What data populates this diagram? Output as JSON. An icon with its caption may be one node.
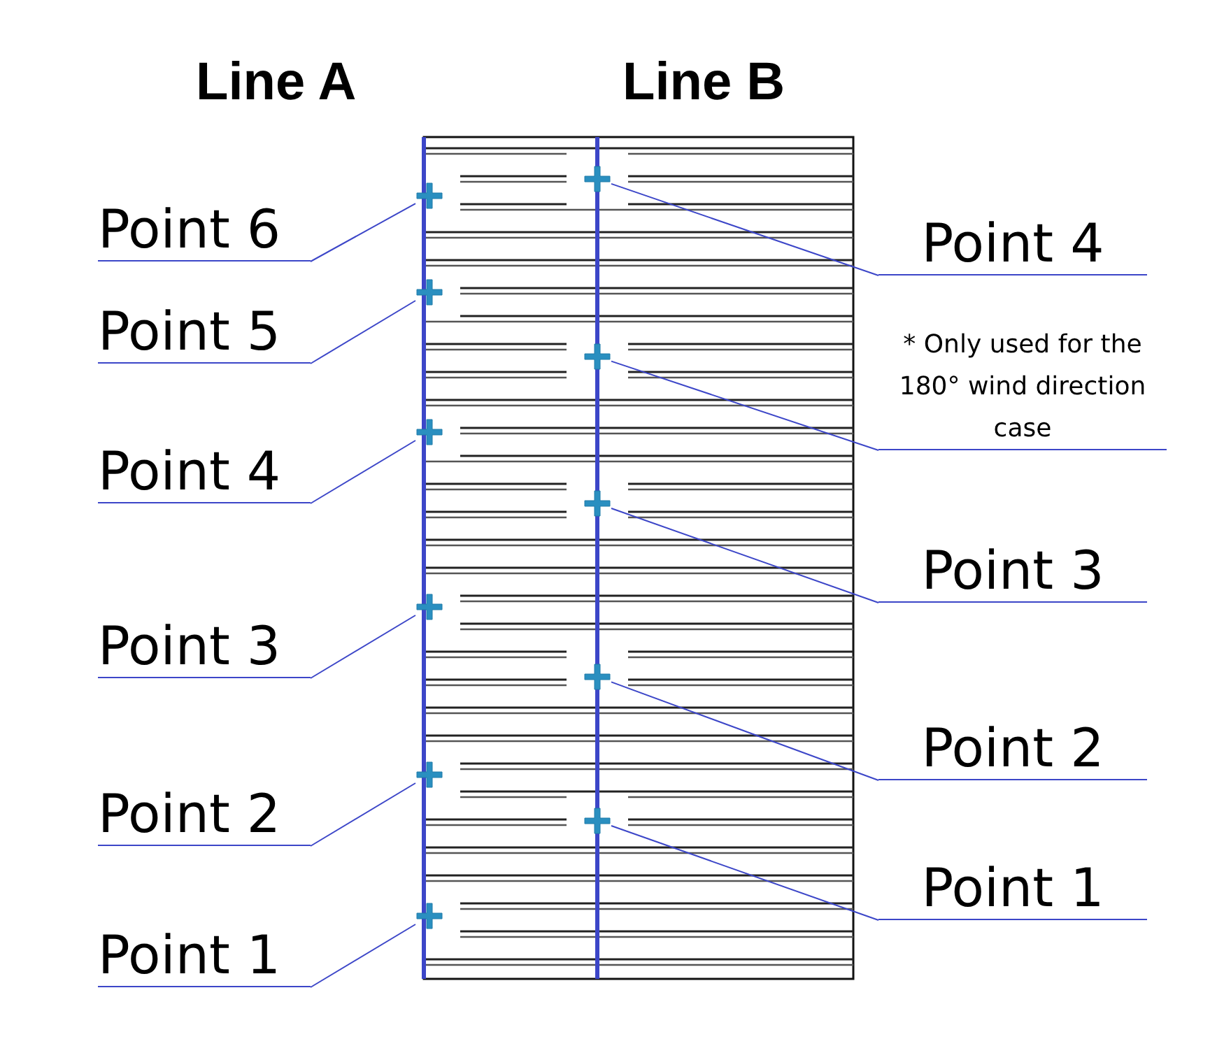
{
  "diagram": {
    "nodes": [
      {
        "text": [
          "Point 6"
        ]
      },
      {
        "text": [
          "Point 5"
        ]
      },
      {
        "text": [
          "Point 4"
        ]
      },
      {
        "text": [
          "Point 3"
        ]
      },
      {
        "text": [
          "Point 2"
        ]
      },
      {
        "text": [
          "Point 1"
        ]
      },
      {
        "text": [
          "Point 4"
        ]
      },
      {
        "text": [
          "* Only used for the 180° wind direction case"
        ]
      },
      {
        "text": [
          "Point 3"
        ]
      },
      {
        "text": [
          "Point 2"
        ]
      },
      {
        "text": [
          "Point 1"
        ]
      },
      {
        "text": [],
        "shape": "cross"
      },
      {
        "text": [],
        "shape": "cross"
      },
      {
        "text": [],
        "shape": "cross"
      },
      {
        "text": [],
        "shape": "cross"
      },
      {
        "text": [],
        "shape": "cross"
      },
      {
        "text": [],
        "shape": "cross"
      },
      {
        "text": [],
        "shape": "cross"
      },
      {
        "text": [],
        "shape": "cross"
      },
      {
        "text": [],
        "shape": "cross"
      },
      {
        "text": [],
        "shape": "cross"
      },
      {
        "text": [],
        "shape": "cross"
      }
    ],
    "edges": [
      {
        "from": 0,
        "to": 11,
        "arrow": "none"
      },
      {
        "from": 1,
        "to": 12,
        "arrow": "none"
      },
      {
        "from": 2,
        "to": 13,
        "arrow": "none"
      },
      {
        "from": 3,
        "to": 14,
        "arrow": "none"
      },
      {
        "from": 4,
        "to": 15,
        "arrow": "none"
      },
      {
        "from": 5,
        "to": 16,
        "arrow": "none"
      },
      {
        "from": 6,
        "to": 17,
        "arrow": "none"
      },
      {
        "from": 7,
        "to": 18,
        "arrow": "none"
      },
      {
        "from": 8,
        "to": 19,
        "arrow": "none"
      },
      {
        "from": 9,
        "to": 20,
        "arrow": "none"
      },
      {
        "from": 10,
        "to": 21,
        "arrow": "none"
      }
    ],
    "labels": [
      "Line A",
      "Line B"
    ]
  }
}
